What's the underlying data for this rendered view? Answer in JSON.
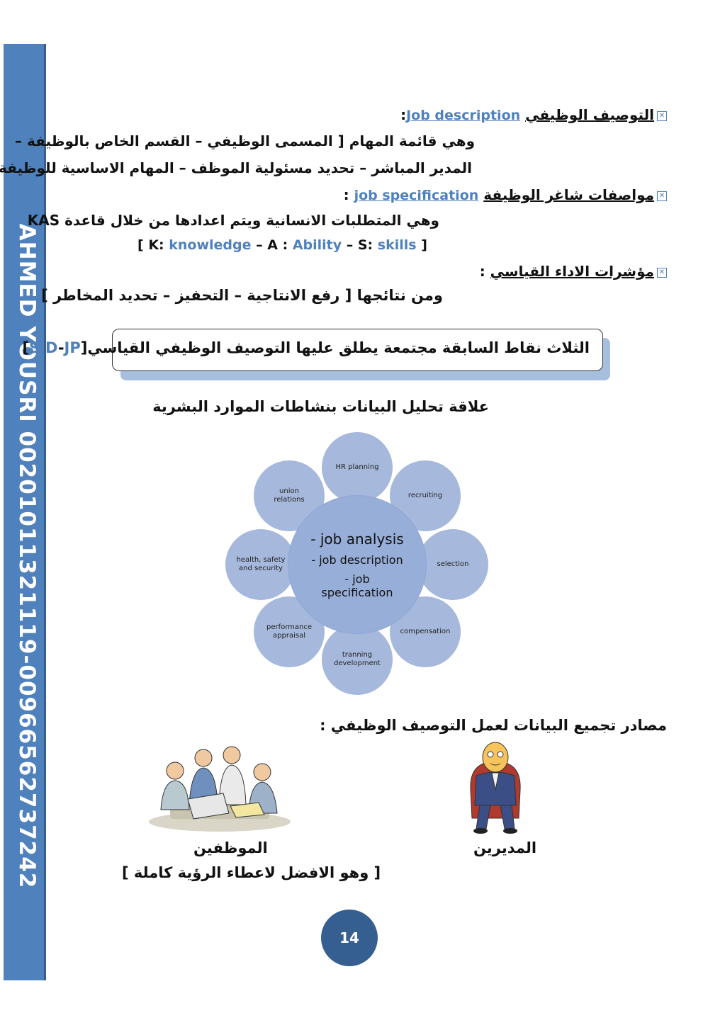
{
  "sidebar": {
    "text": "AHMED YOUSRI 00201011321119-00966562737242"
  },
  "sections": {
    "job_description": {
      "title_ar": "التوصيف الوظيفي",
      "title_en": "Job description",
      "suffix": ":",
      "line1": "وهي قائمة المهام [ المسمى الوظيفي – القسم الخاص بالوظيفة –",
      "line2": "المدير المباشر – تحديد مسئولية الموظف – المهام الاساسية للوظيفة ]"
    },
    "job_specification": {
      "title_ar": "مواصفات شاغر الوظيفة",
      "title_en": " job specification",
      "suffix": " :",
      "line1": "وهي المتطلبات الانسانية ويتم اعدادها من خلال قاعدة  KAS",
      "kas": {
        "open": "[ ",
        "k": "K:",
        "k_word": "knowledge",
        "dash1": " – ",
        "a": "A :",
        "a_word": "Ability",
        "dash2": " – ",
        "s": "S:",
        "s_word": "skills",
        "close": "  ]"
      }
    },
    "performance": {
      "title_ar": "مؤشرات الاداء القياسي",
      "suffix": " :",
      "line1": "ومن نتائجها [ رفع الانتاجية – التحفيز – تحديد المخاطر ]"
    }
  },
  "summary": {
    "text": "الثلاث نقاط السابقة مجتمعة يطلق عليها التوصيف الوظيفي القياسي",
    "open": "[",
    "jp": "JP",
    "sep": "-",
    "sjd": "SJD",
    "close": "]"
  },
  "diagram": {
    "title": "علاقة تحليل البيانات بنشاطات الموارد البشرية",
    "center_lines": [
      "- job analysis",
      "- job description",
      "- job",
      "specification"
    ],
    "nodes": [
      "HR planning",
      "recruiting",
      "selection",
      "compensation",
      "tranning development",
      "performance appraisal",
      "health, safety and security",
      "union relations"
    ]
  },
  "sources": {
    "title": "مصادر تجميع البيانات لعمل التوصيف الوظيفي :",
    "managers": "المديرين",
    "employees": "الموظفين",
    "employees_note": "[ وهو الافضل لاعطاء الرؤية كاملة ]"
  },
  "page_number": "14",
  "colors": {
    "accent": "#4f81bd",
    "sidebar": "#4f81bd",
    "badge": "#365f91",
    "node": "#a6b9dc"
  }
}
